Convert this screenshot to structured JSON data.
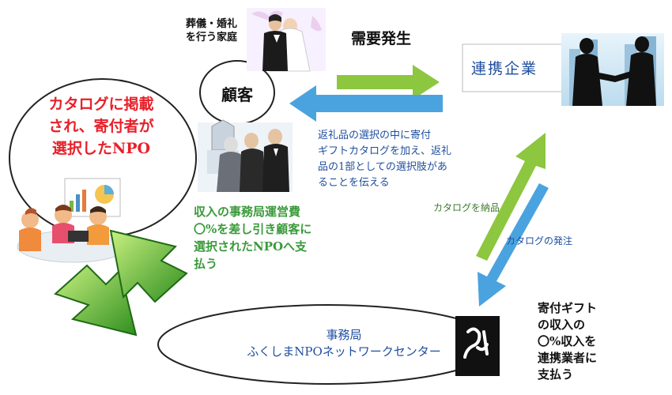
{
  "families_label": "葬儀・婚礼\nを行う家庭",
  "demand_label": "需要発生",
  "customer_label": "顧客",
  "npo_circle_text": "カタログに掲載\nされ、寄付者が\n選択したNPO",
  "partner_label": "連携企業",
  "explain_text": "返礼品の選択の中に寄付\nギフトカタログを加え、返礼\n品の1部としての選択肢があ\nることを伝える",
  "catalog_delivery": "カタログを納品",
  "catalog_order": "カタログの発注",
  "payment_npo_text": "収入の事務局運営費\n〇%を差し引き顧客に\n選択されたNPOへ支\n払う",
  "secretariat_text": "事務局\nふくしまNPOネットワークセンター",
  "donation_text": "寄付ギフト\nの収入の\n〇%収入を\n連携業者に\n支払う",
  "colors": {
    "green_arrow": "#8dc63f",
    "blue_arrow": "#4aa3df",
    "red_text": "#e8202a",
    "green_text": "#3a9a3a",
    "blue_text": "#1f4e9e",
    "dark_green": "#2e8b2e"
  },
  "icons": [
    "wedding-couple-icon",
    "funeral-family-icon",
    "handshake-business-icon",
    "npo-team-icon",
    "logo-seal-icon"
  ]
}
